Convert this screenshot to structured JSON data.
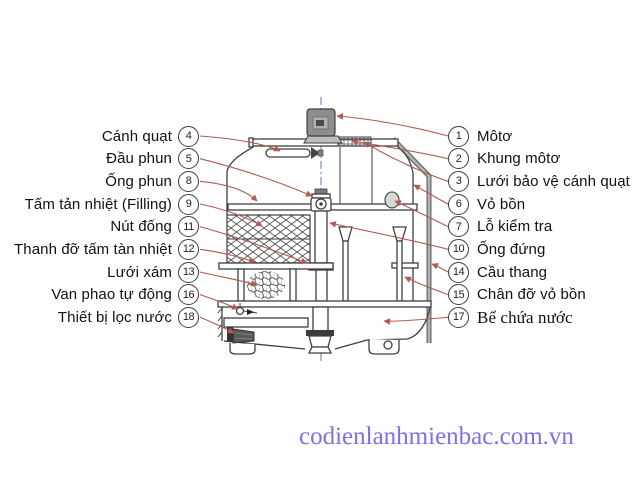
{
  "figure": {
    "description": "Cooling tower parts diagram",
    "watermark": "codienlanhmienbac.com.vn",
    "colors": {
      "leader_line": "#b25a50",
      "outline": "#3f3f3f",
      "motor_fill": "#8d8d8d",
      "centerline": "#5b8ab8",
      "watermark_text": "#7b72e4",
      "label_text": "#111111"
    },
    "labels_left": [
      {
        "num": "4",
        "text": "Cánh quạt"
      },
      {
        "num": "5",
        "text": "Đầu phun"
      },
      {
        "num": "8",
        "text": "Ống phun"
      },
      {
        "num": "9",
        "text": "Tấm tản nhiệt (Filling)"
      },
      {
        "num": "11",
        "text": "Nút đống"
      },
      {
        "num": "12",
        "text": "Thanh đỡ tấm tàn nhiệt"
      },
      {
        "num": "13",
        "text": "Lưới xám"
      },
      {
        "num": "16",
        "text": "Van phao tự động"
      },
      {
        "num": "18",
        "text": "Thiết bị lọc nước"
      }
    ],
    "labels_right": [
      {
        "num": "1",
        "text": "Môtơ"
      },
      {
        "num": "2",
        "text": "Khung môtơ"
      },
      {
        "num": "3",
        "text": "Lưới bảo vệ cánh quạt"
      },
      {
        "num": "6",
        "text": "Vỏ bồn"
      },
      {
        "num": "7",
        "text": "Lỗ kiểm tra"
      },
      {
        "num": "10",
        "text": "Ống đứng"
      },
      {
        "num": "14",
        "text": "Cầu thang"
      },
      {
        "num": "15",
        "text": "Chân đỡ vỏ bồn"
      },
      {
        "num": "17",
        "text": "Bể chứa nước",
        "serif": true
      }
    ]
  }
}
